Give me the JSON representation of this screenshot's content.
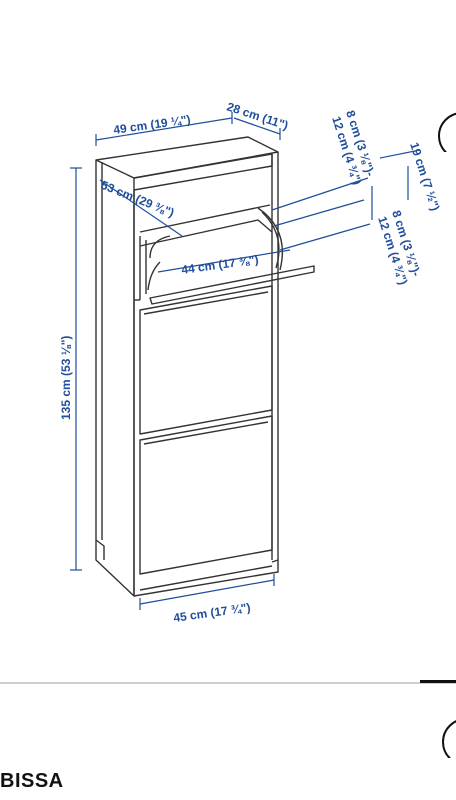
{
  "diagram": {
    "width_label": "49 cm (19 ¼\")",
    "depth_label": "28 cm (11\")",
    "height_label": "135 cm (53 ⅛\")",
    "open_depth_label": "53 cm (29 ⅜\")",
    "inner_width_label": "44 cm (17 ⅜\")",
    "bottom_width_label": "45 cm (17 ¾\")",
    "upper_dim_label_a": "8 cm (3 ⅛\")-",
    "upper_dim_label_b": "12 cm (4 ¾\")",
    "side_height_label": "19 cm (7 ½\")",
    "lower_dim_label_a": "8 cm (3 ⅛\")-",
    "lower_dim_label_b": "12 cm (4 ¾\")"
  },
  "product": {
    "name": "BISSA"
  },
  "colors": {
    "dimension_blue": "#1f4e9a",
    "line_art": "#333333"
  }
}
